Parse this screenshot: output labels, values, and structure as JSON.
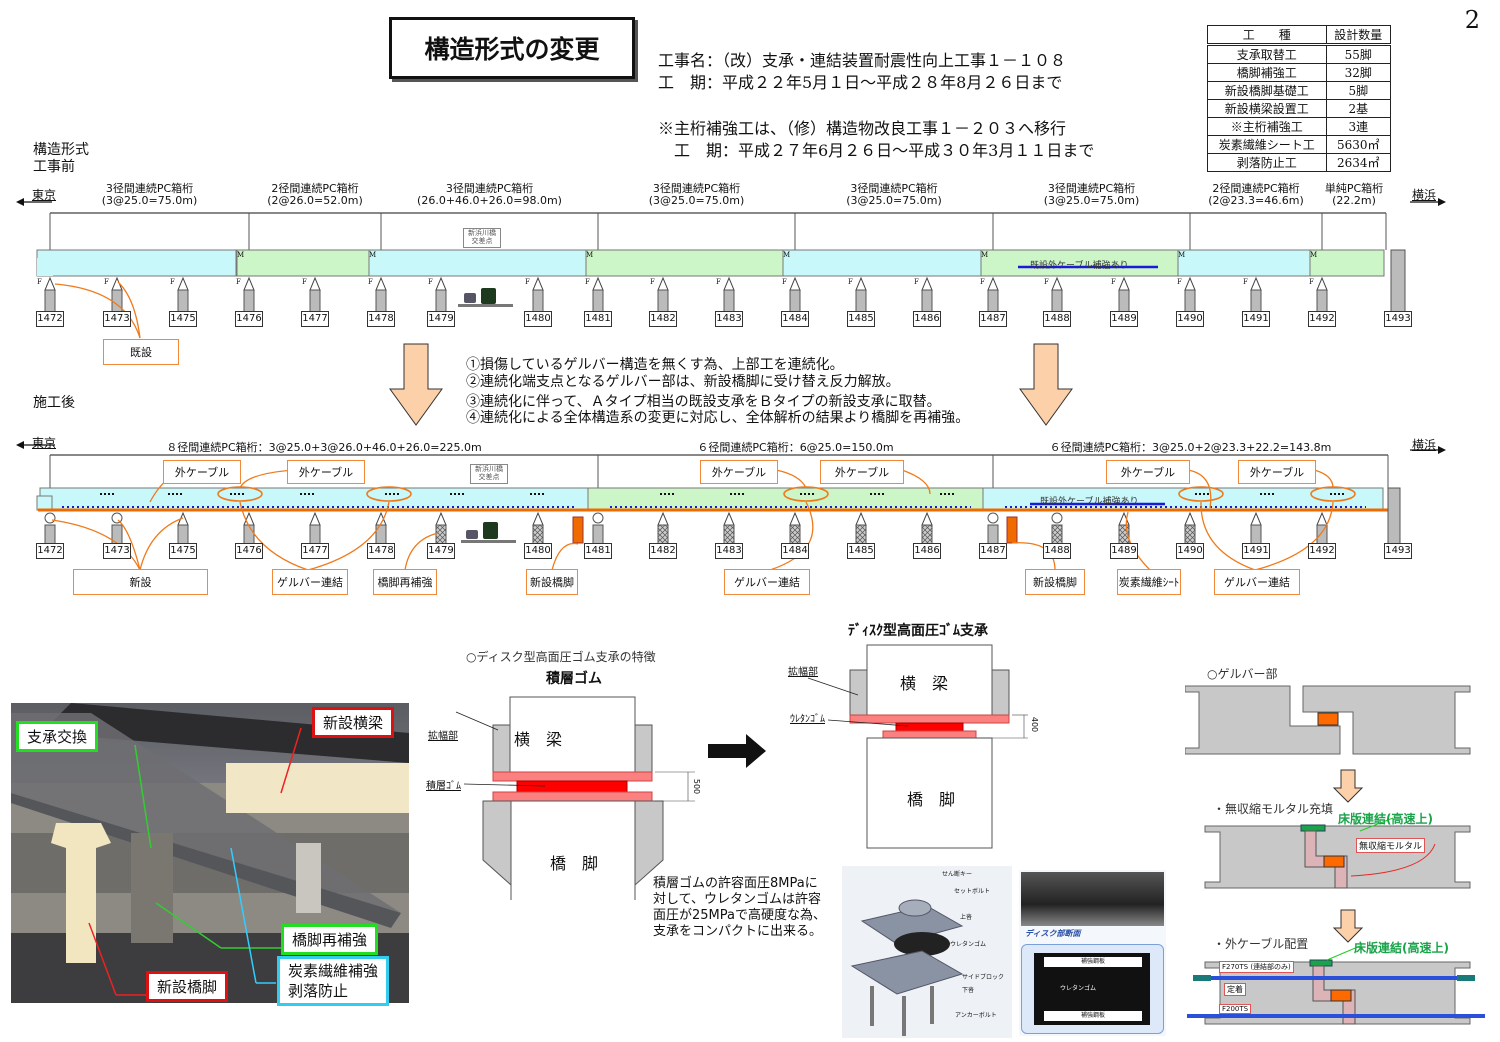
{
  "page_number": "2",
  "title": "構造形式の変更",
  "project": {
    "name_line": "工事名：（改）支承・連結装置耐震性向上工事１－１０８",
    "period_line": "工　期：平成２２年5月１日～平成２８年8月２６日まで",
    "note_line": "※主桁補強工は、（修）構造物改良工事１－２０３へ移行",
    "note_period_line": "　工　期：平成２７年6月２６日～平成３０年3月１１日まで"
  },
  "quantity_table": {
    "headers": [
      "工　　種",
      "設計数量"
    ],
    "rows": [
      [
        "支承取替工",
        "55脚"
      ],
      [
        "橋脚補強工",
        "32脚"
      ],
      [
        "新設橋脚基礎工",
        "5脚"
      ],
      [
        "新設横梁設置工",
        "2基"
      ],
      [
        "※主桁補強工",
        "3連"
      ],
      [
        "炭素繊維シート工",
        "5630㎡"
      ],
      [
        "剥落防止工",
        "2634㎡"
      ]
    ]
  },
  "before": {
    "section_label_1": "構造形式",
    "section_label_2": "工事前",
    "left_city": "東京",
    "right_city": "横浜",
    "spans": [
      {
        "name": "3径間連続PC箱桁",
        "detail": "(3@25.0=75.0m)",
        "color": "#c8f8fa"
      },
      {
        "name": "2径間連続PC箱桁",
        "detail": "(2@26.0=52.0m)",
        "color": "#ccf5c8"
      },
      {
        "name": "3径間連続PC箱桁",
        "detail": "(26.0+46.0+26.0=98.0m)",
        "color": "#c8f8fa"
      },
      {
        "name": "3径間連続PC箱桁",
        "detail": "(3@25.0=75.0m)",
        "color": "#ccf5c8"
      },
      {
        "name": "3径間連続PC箱桁",
        "detail": "(3@25.0=75.0m)",
        "color": "#c8f8fa"
      },
      {
        "name": "3径間連続PC箱桁",
        "detail": "(3@25.0=75.0m)",
        "color": "#ccf5c8"
      },
      {
        "name": "2径間連続PC箱桁",
        "detail": "(2@23.3=46.6m)",
        "color": "#c8f8fa"
      },
      {
        "name": "単純PC箱桁",
        "detail": "(22.2m)",
        "color": "#ccf5c8"
      }
    ],
    "piers": [
      "1472",
      "1473",
      "1475",
      "1476",
      "1477",
      "1478",
      "1479",
      "1480",
      "1481",
      "1482",
      "1483",
      "1484",
      "1485",
      "1486",
      "1487",
      "1488",
      "1489",
      "1490",
      "1491",
      "1492",
      "1493"
    ],
    "crossing_label_1": "新浜川橋",
    "crossing_label_2": "交差点",
    "existing_cable_label": "既設外ケーブル補強あり",
    "callout_existing": "既設",
    "bearing_fixed": "F",
    "bearing_movable": "M"
  },
  "arrow_color": "#fcd0a8",
  "notes": [
    "①損傷しているゲルバー構造を無くす為、上部工を連続化。",
    "②連続化端支点となるゲルバー部は、新設橋脚に受け替え反力解放。",
    "③連続化に伴って、Ａタイプ相当の既設支承をＢタイプの新設支承に取替。",
    "④連続化による全体構造系の変更に対応し、全体解析の結果より橋脚を再補強。"
  ],
  "after": {
    "section_label": "施工後",
    "left_city": "東京",
    "right_city": "横浜",
    "spans": [
      {
        "label": "８径間連続PC箱桁：3@25.0+3@26.0+46.0+26.0=225.0m",
        "color": "#c8f8fa"
      },
      {
        "label": "６径間連続PC箱桁：6@25.0=150.0m",
        "color": "#ccf5c8"
      },
      {
        "label": "６径間連続PC箱桁：3@25.0+2@23.3+22.2=143.8m",
        "color": "#c8f8fa"
      }
    ],
    "piers": [
      "1472",
      "1473",
      "1475",
      "1476",
      "1477",
      "1478",
      "1479",
      "1480",
      "1481",
      "1482",
      "1483",
      "1484",
      "1485",
      "1486",
      "1487",
      "1488",
      "1489",
      "1490",
      "1491",
      "1492",
      "1493"
    ],
    "crossing_label_1": "新浜川橋",
    "crossing_label_2": "交差点",
    "existing_cable_label": "既設外ケーブル補強あり",
    "callouts": {
      "external_cable": "外ケーブル",
      "new": "新設",
      "gerber_connection": "ゲルバー連結",
      "pier_restrengthen": "橋脚再補強",
      "new_pier": "新設橋脚",
      "carbon_sheet": "炭素繊維ｼｰﾄ"
    }
  },
  "photo": {
    "labels": {
      "bearing_replace": "支承交換",
      "new_crossbeam": "新設横梁",
      "pier_restrengthen": "橋脚再補強",
      "carbon_line1": "炭素繊維補強",
      "carbon_line2": "剥落防止",
      "new_pier": "新設橋脚"
    }
  },
  "disc_bearing": {
    "heading": "○ディスク型高面圧ゴム支承の特徴",
    "laminated": {
      "title": "積層ゴム",
      "beam": "横　梁",
      "pier": "橋　脚",
      "widening": "拡幅部",
      "rubber": "積層ｺﾞﾑ",
      "dim": "500"
    },
    "disc": {
      "title": "ﾃﾞｨｽｸ型高面圧ｺﾞﾑ支承",
      "beam": "横　梁",
      "pier": "橋　脚",
      "widening": "拡幅部",
      "rubber": "ｳﾚﾀﾝｺﾞﾑ",
      "dim": "400"
    },
    "description": [
      "積層ゴムの許容面圧8MPaに",
      "対して、ウレタンゴムは許容",
      "面圧が25MPaで高硬度な為、",
      "支承をコンパクトに出来る。"
    ],
    "product_labels": [
      "せん断キー",
      "セットボルト",
      "上沓",
      "ウレタンゴム",
      "サイドブロック",
      "下沓",
      "アンカーボルト"
    ],
    "section_title": "ディスク部断面",
    "section_labels": [
      "補強鋼板",
      "ウレタンゴム",
      "補強鋼板"
    ]
  },
  "gerber": {
    "heading": "○ゲルバー部",
    "step2": "・無収縮モルタル充填",
    "step3": "・外ケーブル配置",
    "slab_connection": "床版連結(高速上)",
    "mortar": "無収縮モルタル",
    "cable1": "F270TS (連結部のみ)",
    "anchor": "定着",
    "cable2": "F200TS"
  }
}
